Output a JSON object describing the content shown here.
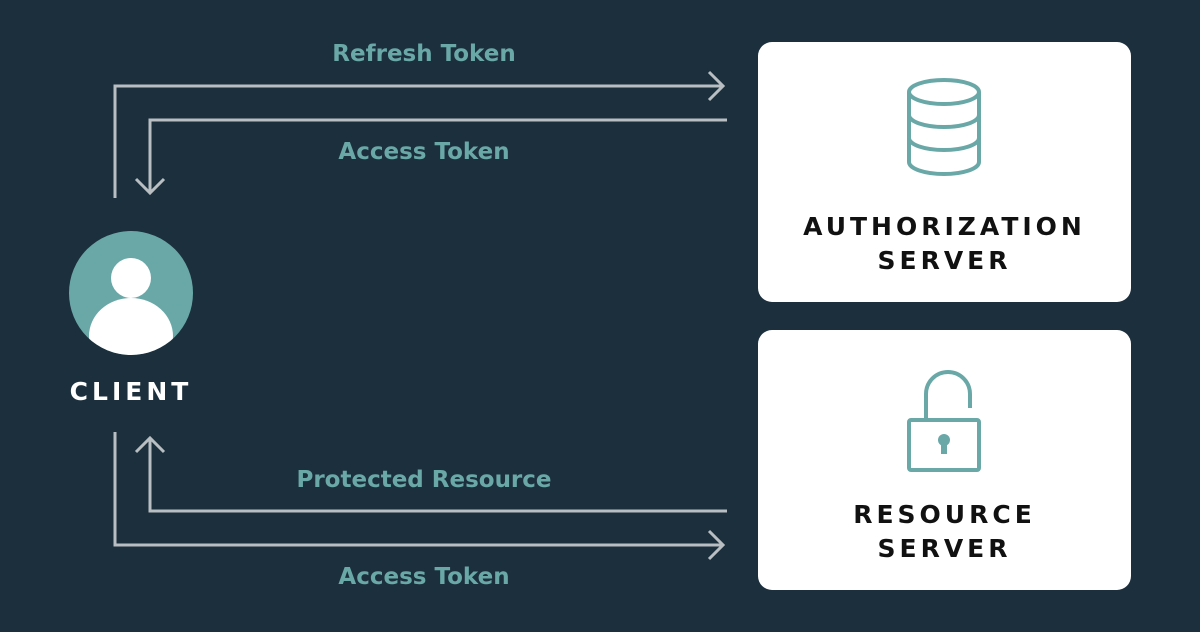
{
  "colors": {
    "background": "#1c2f3d",
    "accent": "#6aa8a8",
    "arrow": "#b9bec3",
    "box": "#ffffff",
    "box_text": "#111111",
    "client_text": "#ffffff"
  },
  "client": {
    "label": "CLIENT",
    "icon": "user-avatar-icon"
  },
  "auth_server": {
    "line1": "AUTHORIZATION",
    "line2": "SERVER",
    "icon": "database-icon"
  },
  "resource_server": {
    "line1": "RESOURCE",
    "line2": "SERVER",
    "icon": "lock-icon"
  },
  "flows": {
    "refresh_token": "Refresh Token",
    "access_token_top": "Access Token",
    "protected_resource": "Protected Resource",
    "access_token_bottom": "Access Token"
  }
}
